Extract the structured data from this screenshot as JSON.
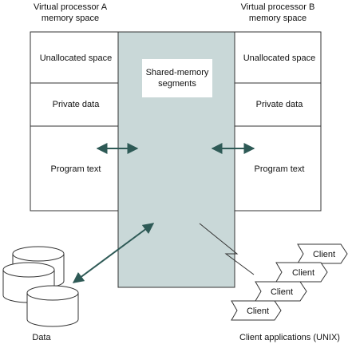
{
  "vp_a": {
    "title_line1": "Virtual processor A",
    "title_line2": "memory space",
    "unallocated": "Unallocated space",
    "private": "Private data",
    "program": "Program text"
  },
  "vp_b": {
    "title_line1": "Virtual processor B",
    "title_line2": "memory space",
    "unallocated": "Unallocated space",
    "private": "Private data",
    "program": "Program text"
  },
  "shared": {
    "line1": "Shared-memory",
    "line2": "segments"
  },
  "data_label": "Data",
  "client_label": "Client",
  "client_apps_label": "Client applications (UNIX)",
  "colors": {
    "shared_fill": "#c9d8d8",
    "arrow": "#2e5a56",
    "stroke": "#333333"
  }
}
